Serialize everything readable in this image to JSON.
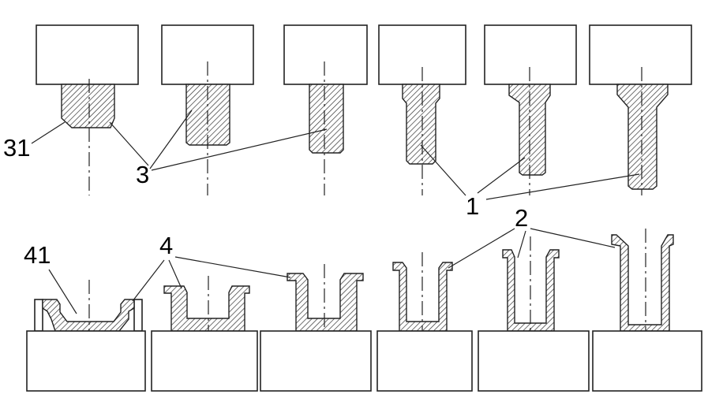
{
  "labels": {
    "label_31": "31",
    "label_3": "3",
    "label_1": "1",
    "label_41": "41",
    "label_4": "4",
    "label_2": "2"
  },
  "colors": {
    "line": "#222222",
    "background": "#ffffff",
    "hatch": "#333333"
  },
  "stages": 6
}
